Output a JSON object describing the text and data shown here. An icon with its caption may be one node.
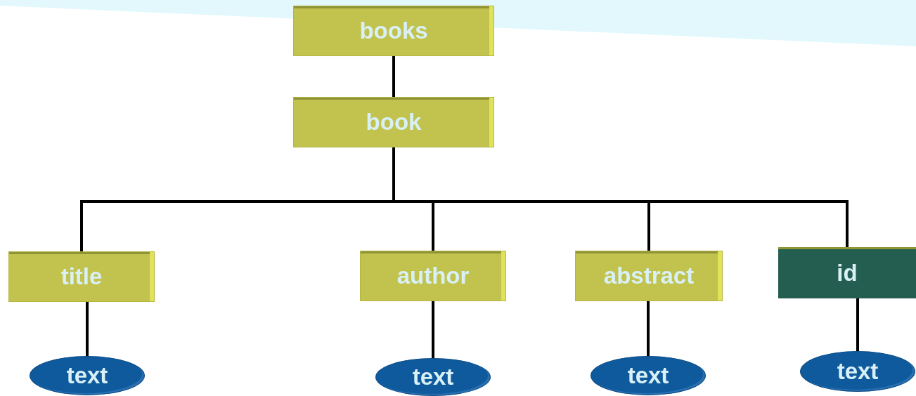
{
  "diagram": {
    "nodes": [
      {
        "text": [
          "books"
        ]
      },
      {
        "text": [
          "book"
        ]
      },
      {
        "text": [
          "title"
        ]
      },
      {
        "text": [
          "author"
        ]
      },
      {
        "text": [
          "abstract"
        ]
      },
      {
        "text": [
          "id"
        ]
      },
      {
        "text": [
          "text"
        ]
      },
      {
        "text": [
          "text"
        ]
      },
      {
        "text": [
          "text"
        ]
      },
      {
        "text": [
          "text"
        ]
      }
    ],
    "edges": [
      {
        "from": 0,
        "to": 1,
        "arrow": "none"
      },
      {
        "from": 1,
        "to": 2,
        "arrow": "none"
      },
      {
        "from": 1,
        "to": 3,
        "arrow": "none"
      },
      {
        "from": 1,
        "to": 4,
        "arrow": "none"
      },
      {
        "from": 1,
        "to": 5,
        "arrow": "none"
      },
      {
        "from": 2,
        "to": 6,
        "arrow": "none"
      },
      {
        "from": 3,
        "to": 7,
        "arrow": "none"
      },
      {
        "from": 4,
        "to": 8,
        "arrow": "none"
      },
      {
        "from": 5,
        "to": 9,
        "arrow": "none"
      }
    ]
  }
}
